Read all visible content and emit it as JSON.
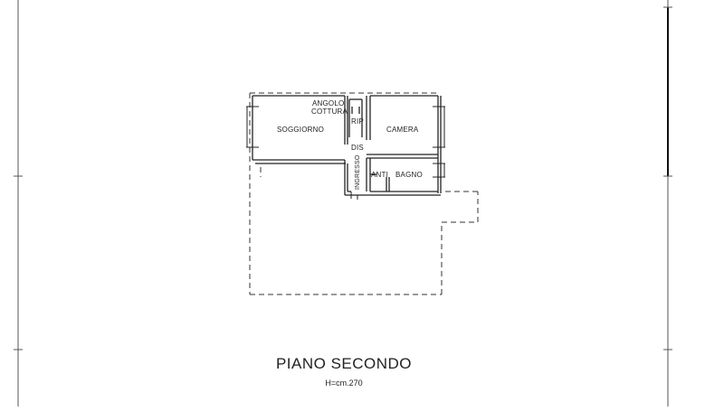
{
  "floor_plan": {
    "rooms": {
      "angolo": "ANGOLO",
      "cottura": "COTTURA",
      "soggiorno": "SOGGIORNO",
      "rip": "RIP",
      "camera": "CAMERA",
      "dis": "DIS",
      "ingresso": "INGRESSO",
      "anti": "ANTI",
      "bagno": "BAGNO"
    },
    "title": "PIANO SECONDO",
    "height_note": "H=cm.270"
  }
}
